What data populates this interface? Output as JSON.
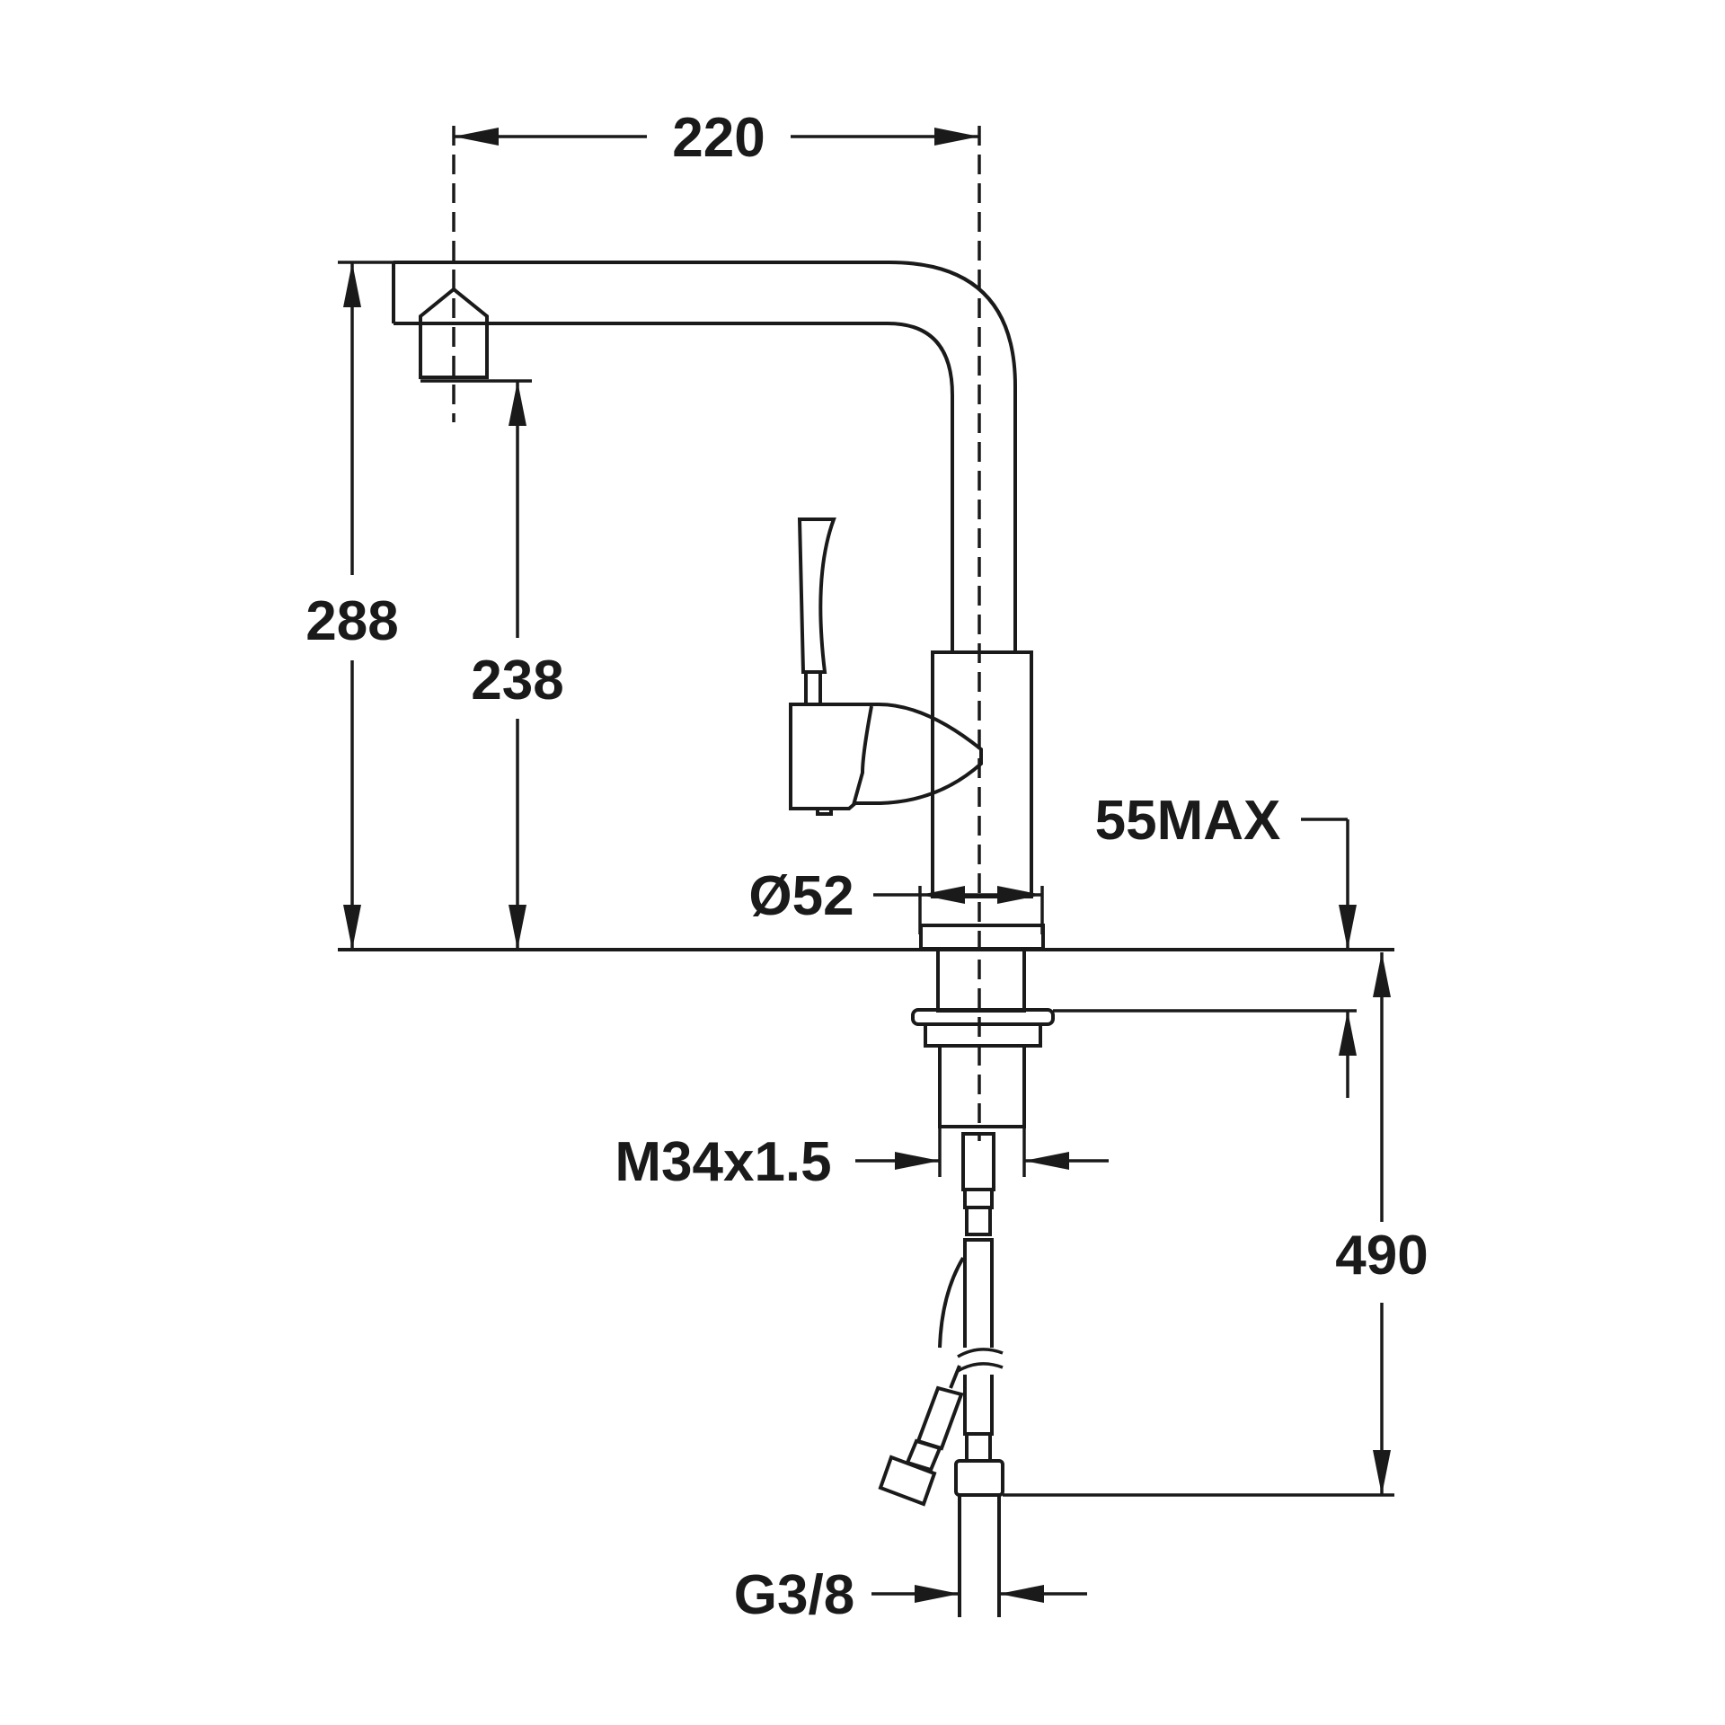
{
  "dimensions": {
    "spout_reach": "220",
    "total_height": "288",
    "spout_height": "238",
    "max_countertop_thickness": "55MAX",
    "base_diameter": "Ø52",
    "thread_size": "M34x1.5",
    "hose_length": "490",
    "hose_connection": "G3/8"
  },
  "colors": {
    "line": "#1a1a1a",
    "background": "#ffffff"
  }
}
